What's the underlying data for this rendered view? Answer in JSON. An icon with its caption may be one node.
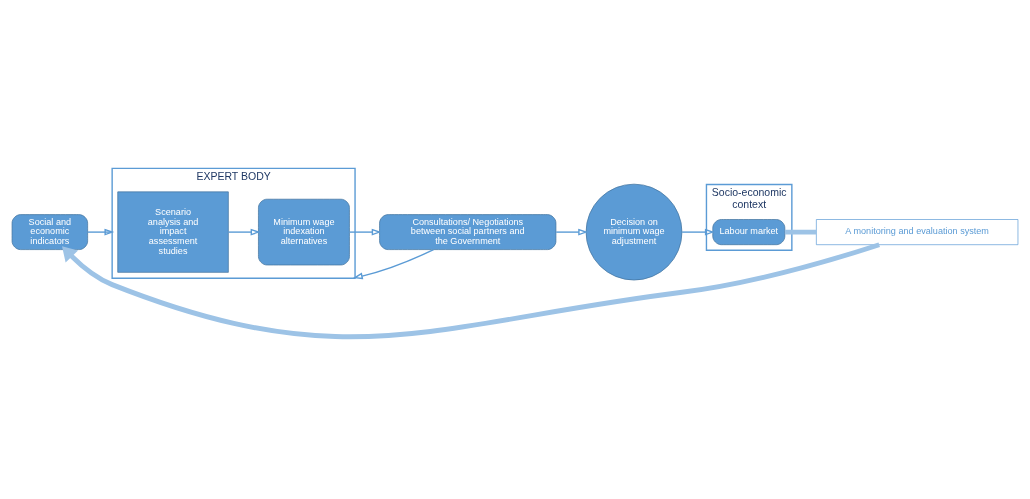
{
  "diagram": {
    "nodes": [
      {
        "text": [
          "Social and economic indicators"
        ]
      },
      {
        "text": [
          "EXPERT BODY"
        ]
      },
      {
        "text": [
          "Scenario analysis and  impact assessment studies"
        ],
        "in": 1
      },
      {
        "text": [
          "Minimum wage indexation alternatives"
        ],
        "in": 1
      },
      {
        "text": [
          "Consultations/ Negotiations between social partners and the Government"
        ]
      },
      {
        "text": [
          "Decision on minimum wage adjustment"
        ]
      },
      {
        "text": [
          "Socio-economic context"
        ]
      },
      {
        "text": [
          "Labour market"
        ],
        "in": 6
      },
      {
        "text": [
          "A monitoring and evaluation system"
        ]
      }
    ],
    "edges": [
      {
        "from": 0,
        "to": 1,
        "arrow": "to"
      },
      {
        "from": 2,
        "to": 3,
        "arrow": "to"
      },
      {
        "from": 3,
        "to": 4,
        "arrow": "to"
      },
      {
        "from": 4,
        "to": 1,
        "arrow": "to"
      },
      {
        "from": 4,
        "to": 5,
        "arrow": "to"
      },
      {
        "from": 5,
        "to": 7,
        "arrow": "to"
      },
      {
        "from": 7,
        "to": 8,
        "arrow": "none",
        "style": "thick",
        "color": "#9dc3e6"
      },
      {
        "from": 8,
        "to": 0,
        "arrow": "to",
        "style": "thick",
        "color": "#9dc3e6"
      }
    ]
  }
}
